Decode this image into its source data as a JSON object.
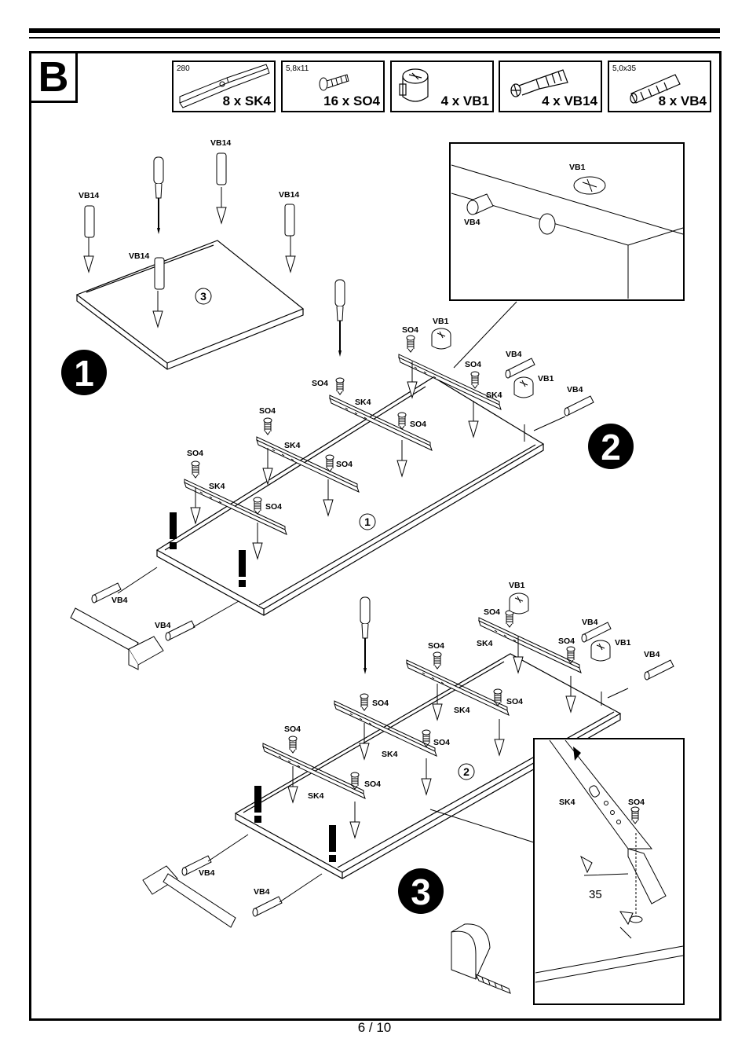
{
  "step_letter": "B",
  "parts": [
    {
      "dim": "280",
      "qty": "8 x SK4",
      "icon": "rail-icon"
    },
    {
      "dim": "5,8x11",
      "qty": "16 x SO4",
      "icon": "screw-icon"
    },
    {
      "dim": "",
      "qty": "4 x VB1",
      "icon": "cam-lock-icon"
    },
    {
      "dim": "",
      "qty": "4 x VB14",
      "icon": "cam-bolt-icon"
    },
    {
      "dim": "5,0x35",
      "qty": "8 x VB4",
      "icon": "dowel-icon"
    }
  ],
  "steps": {
    "s1": "1",
    "s2": "2",
    "s3": "3"
  },
  "panels": {
    "p1": "1",
    "p2": "2",
    "p3": "3"
  },
  "labels": {
    "vb14": "VB14",
    "vb1": "VB1",
    "vb4": "VB4",
    "so4": "SO4",
    "sk4": "SK4",
    "dim35": "35"
  },
  "page": "6 / 10"
}
